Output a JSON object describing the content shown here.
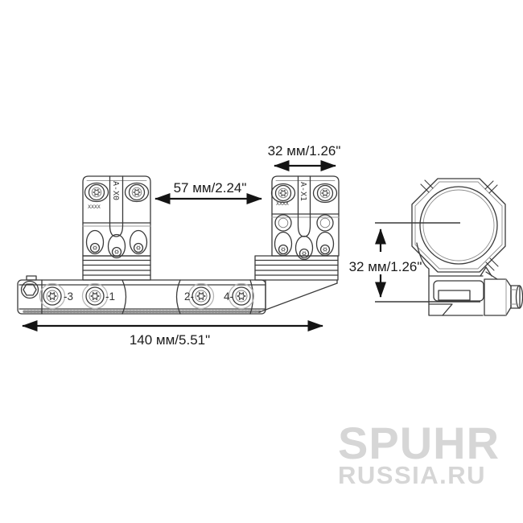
{
  "diagram": {
    "dimensions": {
      "ring_cap_width": "32 мм/1.26\"",
      "ring_gap": "57 мм/2.24\"",
      "overall_length": "140 мм/5.51\"",
      "mount_height": "32 мм/1.26\""
    },
    "rings": {
      "rear_model": "A-X0",
      "rear_serial": "XXXX",
      "front_model": "A-X1",
      "front_serial": "XXXX"
    },
    "base_screw_labels": [
      "-3",
      "-1",
      "2-",
      "4-"
    ],
    "colors": {
      "drawing_line": "#3a3a3a",
      "dimension_line": "#141414",
      "watermark": "#d6d6d6",
      "background": "#ffffff"
    }
  },
  "watermark": {
    "line1": "SPUHR",
    "line2": "RUSSIA.RU"
  }
}
